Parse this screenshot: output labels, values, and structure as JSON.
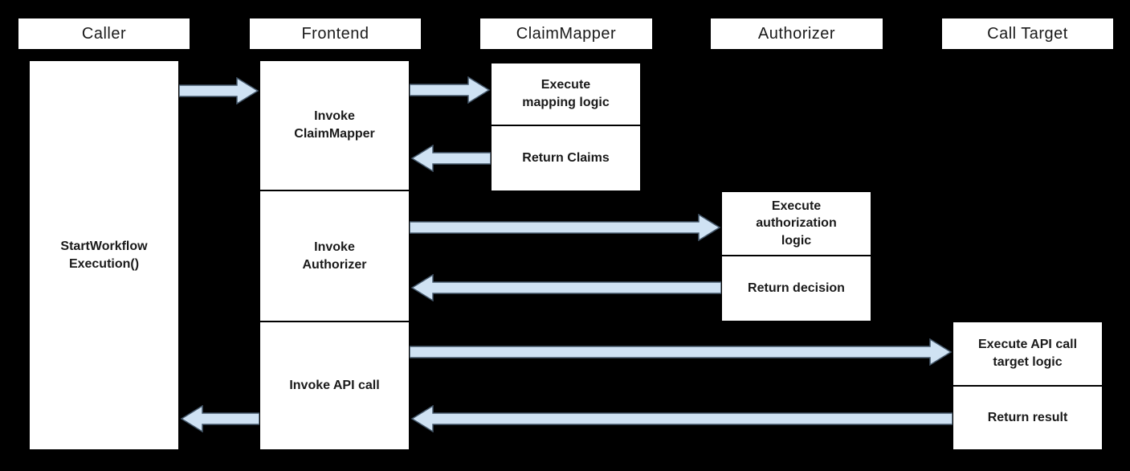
{
  "colors": {
    "background": "#000000",
    "box_fill": "#ffffff",
    "box_border": "#000000",
    "text": "#1a1a1a",
    "arrow_fill": "#cfe2f3",
    "arrow_stroke": "#45586b"
  },
  "headers": {
    "caller": "Caller",
    "frontend": "Frontend",
    "claimmapper": "ClaimMapper",
    "authorizer": "Authorizer",
    "calltarget": "Call Target"
  },
  "nodes": {
    "start_workflow": "StartWorkflow\nExecution()",
    "invoke_claimmapper": "Invoke\nClaimMapper",
    "invoke_authorizer": "Invoke\nAuthorizer",
    "invoke_api_call": "Invoke API call",
    "execute_mapping_logic": "Execute\nmapping logic",
    "return_claims": "Return Claims",
    "execute_authorization_logic": "Execute\nauthorization\nlogic",
    "return_decision": "Return decision",
    "execute_api_call_target_logic": "Execute API call\ntarget logic",
    "return_result": "Return result"
  },
  "edges": [
    {
      "from": "Caller.StartWorkflowExecution()",
      "to": "Frontend.Invoke ClaimMapper",
      "direction": "right"
    },
    {
      "from": "Frontend.Invoke ClaimMapper",
      "to": "ClaimMapper.Execute mapping logic",
      "direction": "right"
    },
    {
      "from": "ClaimMapper.Return Claims",
      "to": "Frontend.Invoke ClaimMapper",
      "direction": "left"
    },
    {
      "from": "Frontend.Invoke Authorizer",
      "to": "Authorizer.Execute authorization logic",
      "direction": "right"
    },
    {
      "from": "Authorizer.Return decision",
      "to": "Frontend.Invoke Authorizer",
      "direction": "left"
    },
    {
      "from": "Frontend.Invoke API call",
      "to": "Call Target.Execute API call target logic",
      "direction": "right"
    },
    {
      "from": "Call Target.Return result",
      "to": "Frontend.Invoke API call",
      "direction": "left"
    },
    {
      "from": "Frontend.Invoke API call",
      "to": "Caller.StartWorkflowExecution()",
      "direction": "left"
    }
  ]
}
